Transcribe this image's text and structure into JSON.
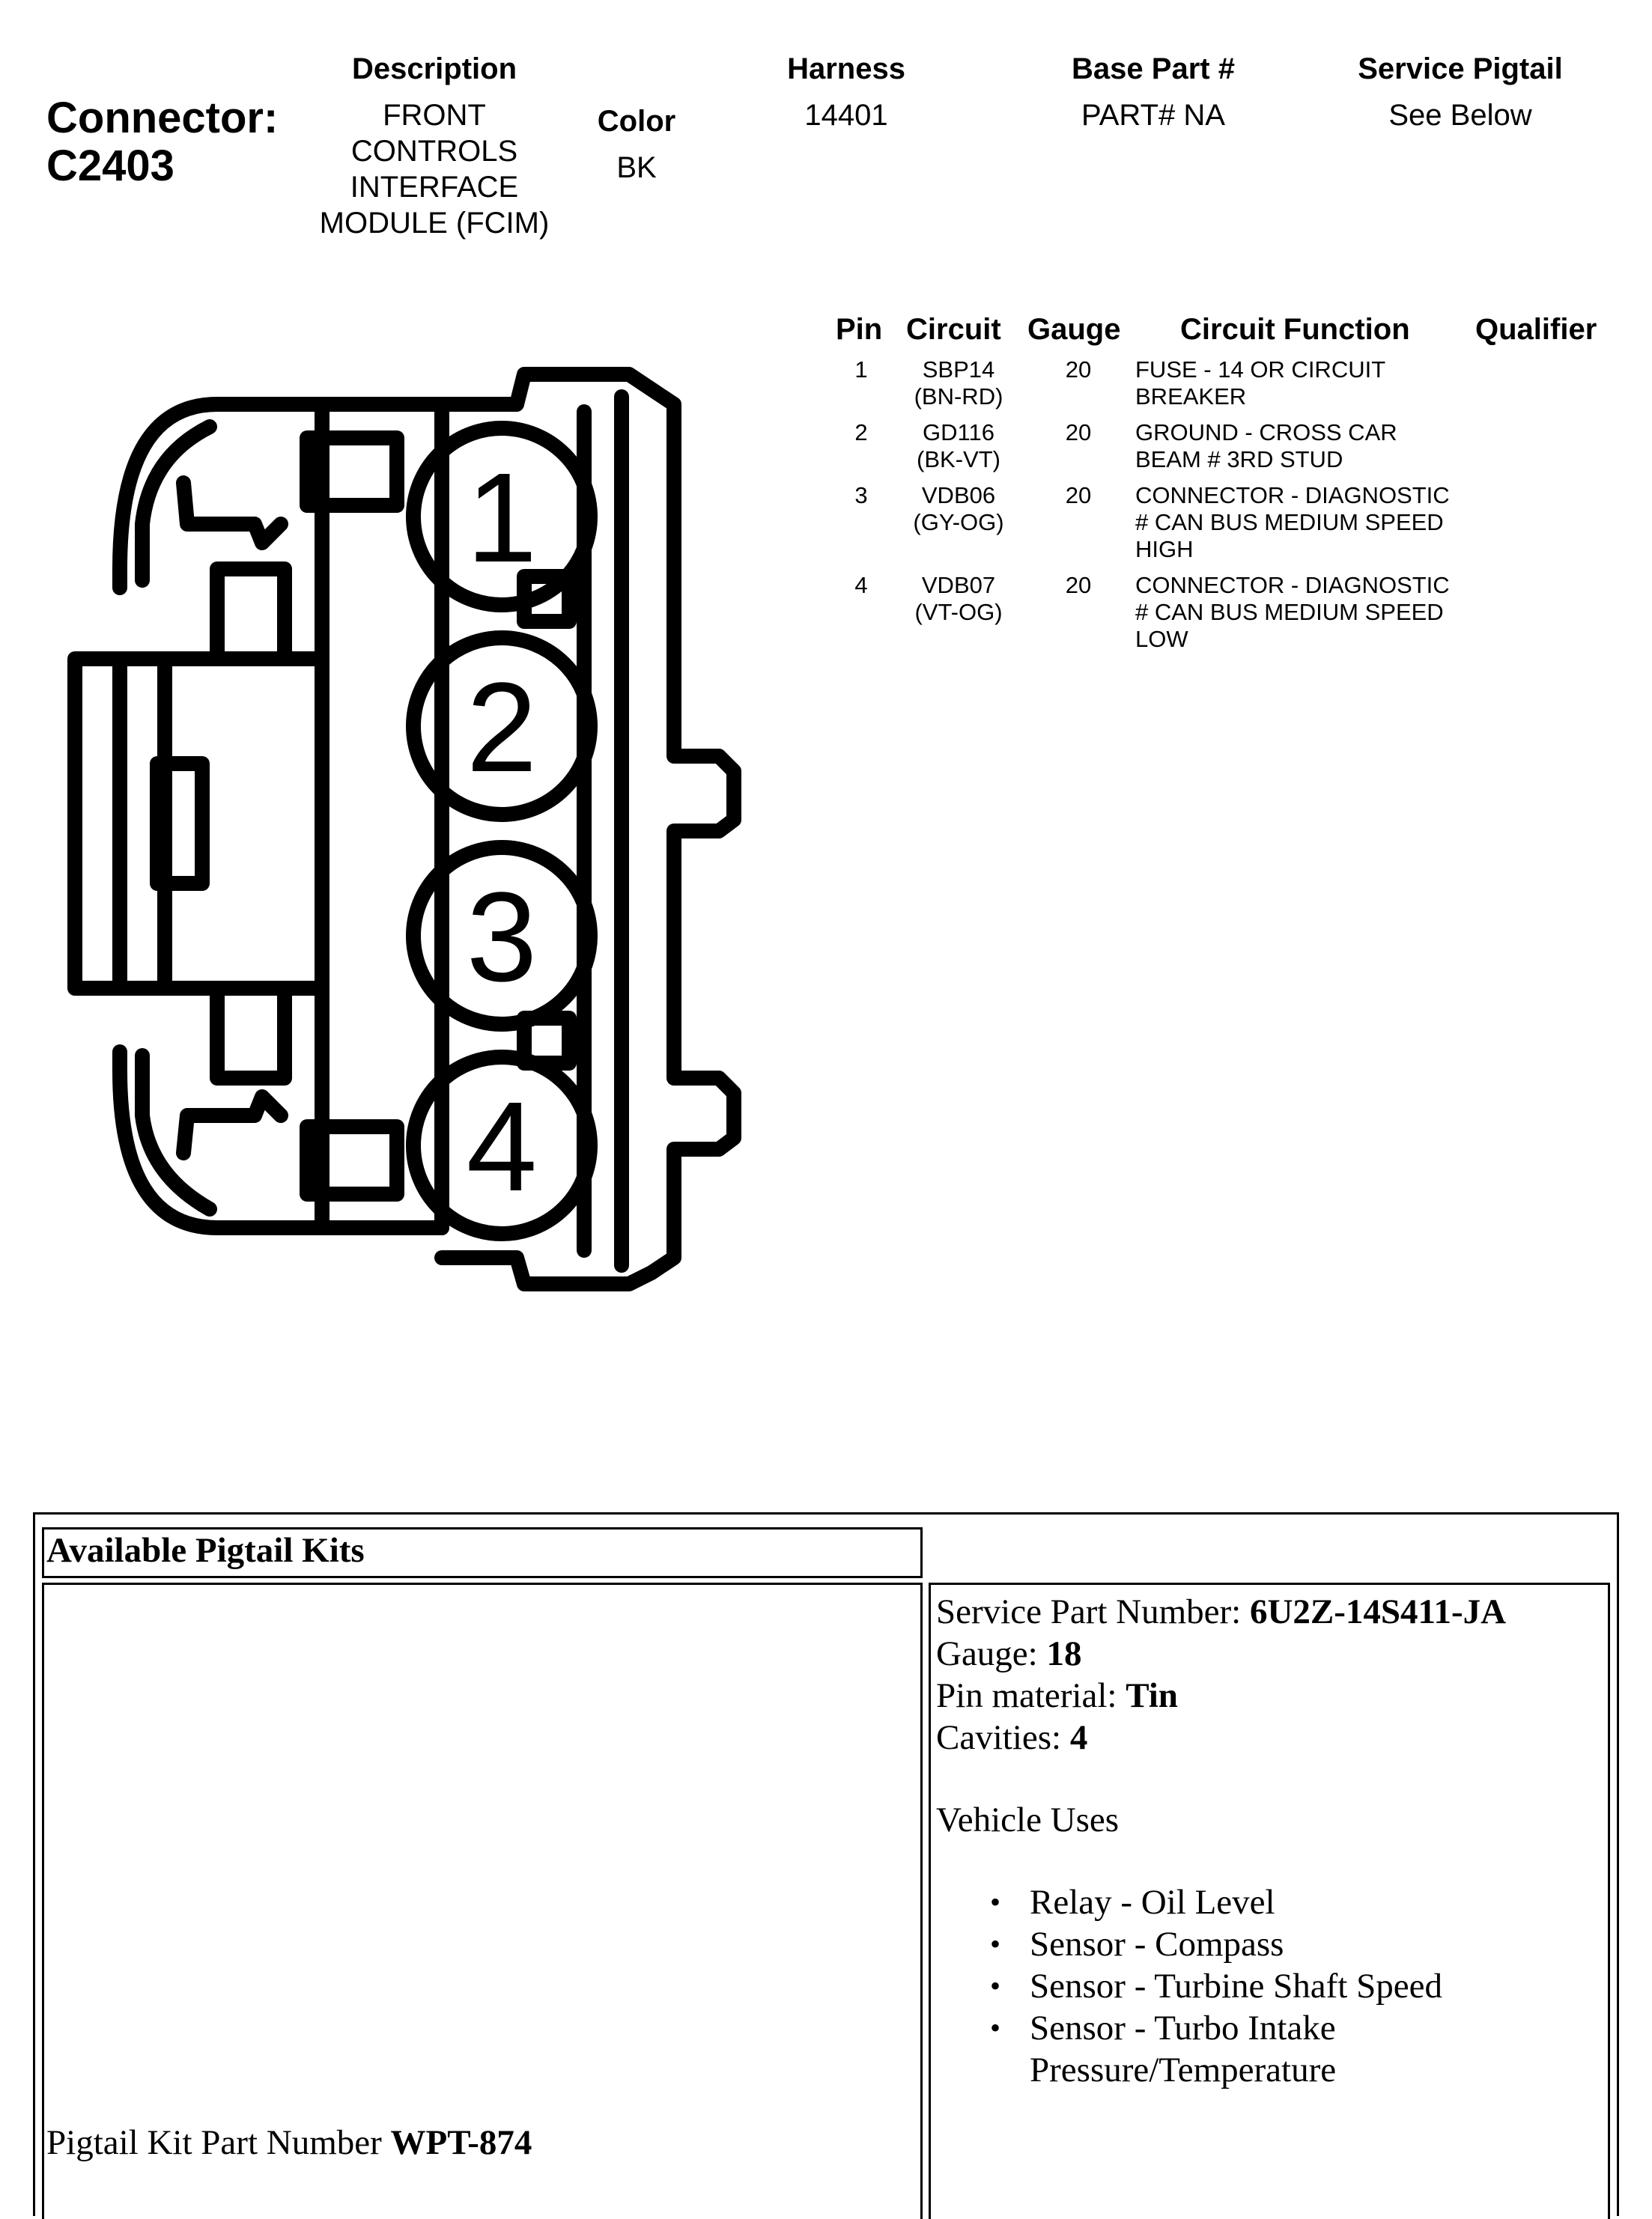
{
  "connector": {
    "title_line1": "Connector:",
    "title_line2": "C2403"
  },
  "header": {
    "description_label": "Description",
    "description_lines": [
      "FRONT",
      "CONTROLS",
      "INTERFACE",
      "MODULE (FCIM)"
    ],
    "color_label": "Color",
    "color_value": "BK",
    "harness_label": "Harness",
    "harness_value": "14401",
    "base_part_label": "Base Part #",
    "base_part_value": "PART# NA",
    "service_pigtail_label": "Service Pigtail",
    "service_pigtail_value": "See Below"
  },
  "pin_table": {
    "headers": [
      "Pin",
      "Circuit",
      "Gauge",
      "Circuit Function",
      "Qualifier"
    ],
    "rows": [
      {
        "pin": "1",
        "circuit": "SBP14",
        "circuit_color": "(BN-RD)",
        "gauge": "20",
        "function": "FUSE - 14 OR CIRCUIT\nBREAKER",
        "qualifier": ""
      },
      {
        "pin": "2",
        "circuit": "GD116",
        "circuit_color": "(BK-VT)",
        "gauge": "20",
        "function": "GROUND - CROSS CAR\nBEAM # 3RD STUD",
        "qualifier": ""
      },
      {
        "pin": "3",
        "circuit": "VDB06",
        "circuit_color": "(GY-OG)",
        "gauge": "20",
        "function": "CONNECTOR - DIAGNOSTIC\n# CAN BUS MEDIUM SPEED\nHIGH",
        "qualifier": ""
      },
      {
        "pin": "4",
        "circuit": "VDB07",
        "circuit_color": "(VT-OG)",
        "gauge": "20",
        "function": "CONNECTOR - DIAGNOSTIC\n# CAN BUS MEDIUM SPEED\nLOW",
        "qualifier": ""
      }
    ]
  },
  "diagram": {
    "cavity_labels": [
      "1",
      "2",
      "3",
      "4"
    ]
  },
  "pigtail": {
    "title": "Available Pigtail Kits",
    "kit_part_label": "Pigtail Kit Part Number",
    "kit_part_value": "WPT-874",
    "service_part_label": "Service Part Number:",
    "service_part_value": "6U2Z-14S411-JA",
    "gauge_label": "Gauge:",
    "gauge_value": "18",
    "pin_material_label": "Pin material:",
    "pin_material_value": "Tin",
    "cavities_label": "Cavities:",
    "cavities_value": "4",
    "vehicle_uses_label": "Vehicle Uses",
    "vehicle_uses": [
      "Relay - Oil Level",
      "Sensor - Compass",
      "Sensor - Turbine Shaft Speed",
      "Sensor - Turbo Intake Pressure/Temperature"
    ]
  }
}
